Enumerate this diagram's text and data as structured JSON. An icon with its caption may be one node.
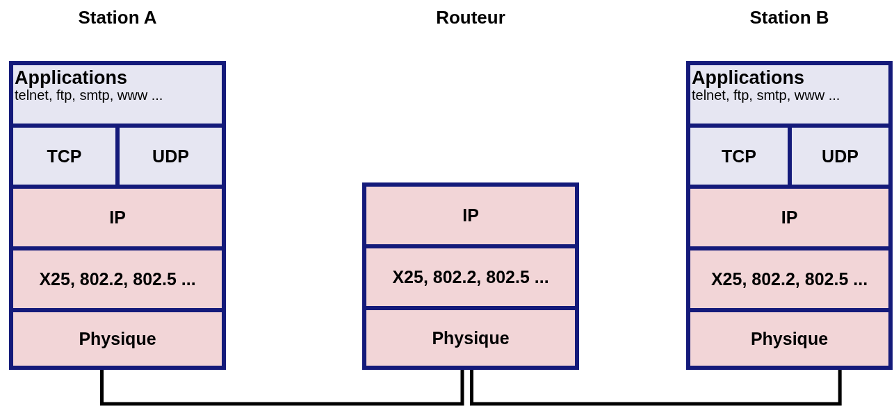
{
  "diagram": {
    "nodes": [
      {
        "text": [],
        "shape": "box"
      },
      {
        "text": [
          "Applications",
          "telnet, ftp, smtp, www ..."
        ],
        "in": 0
      },
      {
        "text": [
          "TCP"
        ],
        "in": 0
      },
      {
        "text": [
          "UDP"
        ],
        "in": 0
      },
      {
        "text": [
          "IP"
        ],
        "in": 0
      },
      {
        "text": [
          "X25, 802.2, 802.5 ..."
        ],
        "in": 0
      },
      {
        "text": [
          "Physique"
        ],
        "in": 0
      },
      {
        "text": [],
        "shape": "box"
      },
      {
        "text": [
          "IP"
        ],
        "in": 7
      },
      {
        "text": [
          "X25, 802.2, 802.5 ..."
        ],
        "in": 7
      },
      {
        "text": [
          "Physique"
        ],
        "in": 7
      },
      {
        "text": [],
        "shape": "box"
      },
      {
        "text": [
          "Applications",
          "telnet, ftp, smtp, www ..."
        ],
        "in": 11
      },
      {
        "text": [
          "TCP"
        ],
        "in": 11
      },
      {
        "text": [
          "UDP"
        ],
        "in": 11
      },
      {
        "text": [
          "IP"
        ],
        "in": 11
      },
      {
        "text": [
          "X25, 802.2, 802.5 ..."
        ],
        "in": 11
      },
      {
        "text": [
          "Physique"
        ],
        "in": 11
      }
    ],
    "edges": [
      {
        "from": 6,
        "to": 10,
        "arrow": "none"
      },
      {
        "from": 10,
        "to": 17,
        "arrow": "none"
      }
    ],
    "labels": [
      "Station A",
      "Routeur",
      "Station B"
    ]
  }
}
